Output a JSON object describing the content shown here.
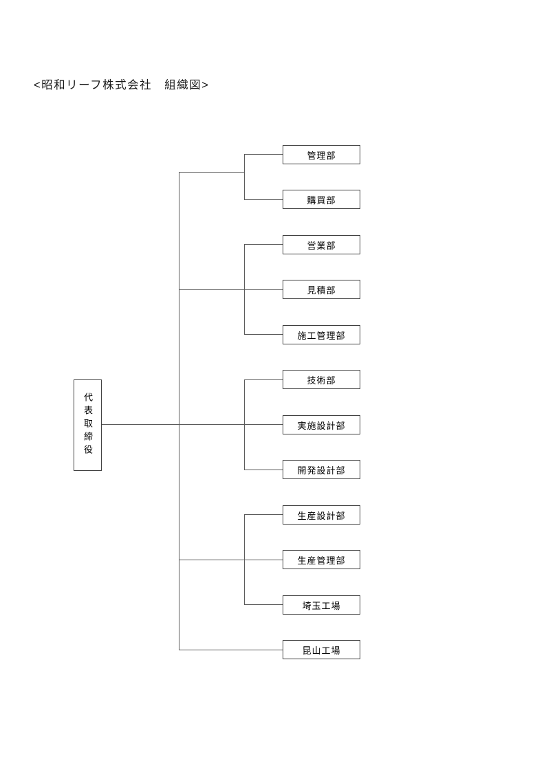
{
  "title": "<昭和リーフ株式会社　組織図>",
  "root": {
    "label": "代表取締役"
  },
  "departments": [
    {
      "label": "管理部"
    },
    {
      "label": "購買部"
    },
    {
      "label": "営業部"
    },
    {
      "label": "見積部"
    },
    {
      "label": "施工管理部"
    },
    {
      "label": "技術部"
    },
    {
      "label": "実施設計部"
    },
    {
      "label": "開発設計部"
    },
    {
      "label": "生産設計部"
    },
    {
      "label": "生産管理部"
    },
    {
      "label": "埼玉工場"
    },
    {
      "label": "昆山工場"
    }
  ],
  "groups": [
    {
      "members": [
        "管理部",
        "購買部"
      ]
    },
    {
      "members": [
        "営業部",
        "見積部",
        "施工管理部"
      ]
    },
    {
      "members": [
        "技術部",
        "実施設計部",
        "開発設計部"
      ]
    },
    {
      "members": [
        "生産設計部",
        "生産管理部",
        "埼玉工場"
      ]
    },
    {
      "members": [
        "昆山工場"
      ]
    }
  ],
  "colors": {
    "background": "#ffffff",
    "line": "#5a5a5a",
    "box_border": "#3f3f3f",
    "text": "#000000"
  }
}
